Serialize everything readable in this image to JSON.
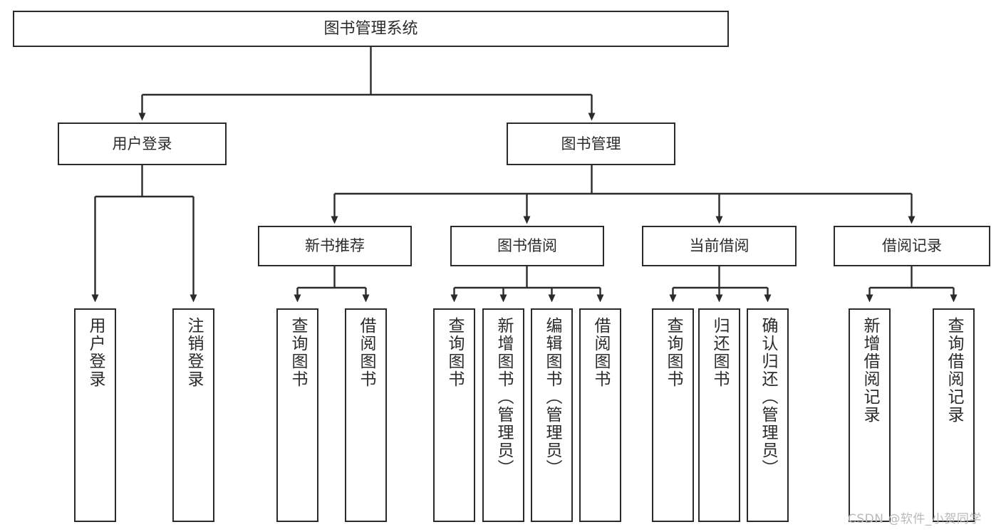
{
  "diagram": {
    "type": "tree-hierarchy-chart",
    "title_node": {
      "id": "root",
      "label": "图书管理系统"
    },
    "level2": [
      {
        "id": "user-login",
        "label": "用户登录"
      },
      {
        "id": "book-management",
        "label": "图书管理"
      }
    ],
    "level3": [
      {
        "id": "new-book-recommend",
        "label": "新书推荐"
      },
      {
        "id": "book-borrow",
        "label": "图书借阅"
      },
      {
        "id": "current-borrow",
        "label": "当前借阅"
      },
      {
        "id": "borrow-record",
        "label": "借阅记录"
      }
    ],
    "leaves": [
      {
        "id": "leaf-user-login",
        "label": "用户登录",
        "parent": "user-login"
      },
      {
        "id": "leaf-logout-login",
        "label": "注销登录",
        "parent": "user-login"
      },
      {
        "id": "leaf-query-book-1",
        "label": "查询图书",
        "parent": "new-book-recommend"
      },
      {
        "id": "leaf-borrow-book-1",
        "label": "借阅图书",
        "parent": "new-book-recommend"
      },
      {
        "id": "leaf-query-book-2",
        "label": "查询图书",
        "parent": "book-borrow"
      },
      {
        "id": "leaf-add-book",
        "label": "新增图书（管理员）",
        "parent": "book-borrow"
      },
      {
        "id": "leaf-edit-book",
        "label": "编辑图书（管理员）",
        "parent": "book-borrow"
      },
      {
        "id": "leaf-borrow-book-2",
        "label": "借阅图书",
        "parent": "book-borrow"
      },
      {
        "id": "leaf-query-book-3",
        "label": "查询图书",
        "parent": "current-borrow"
      },
      {
        "id": "leaf-return-book",
        "label": "归还图书",
        "parent": "current-borrow"
      },
      {
        "id": "leaf-confirm-return",
        "label": "确认归还（管理员）",
        "parent": "current-borrow"
      },
      {
        "id": "leaf-add-record",
        "label": "新增借阅记录",
        "parent": "borrow-record"
      },
      {
        "id": "leaf-query-record",
        "label": "查询借阅记录",
        "parent": "borrow-record"
      }
    ],
    "colors": {
      "stroke": "#2b2b2b",
      "fill": "#ffffff",
      "text": "#2b2b2b",
      "watermark": "#b9b9b9"
    }
  },
  "watermark": {
    "text": "CSDN @软件_小贺同学"
  }
}
